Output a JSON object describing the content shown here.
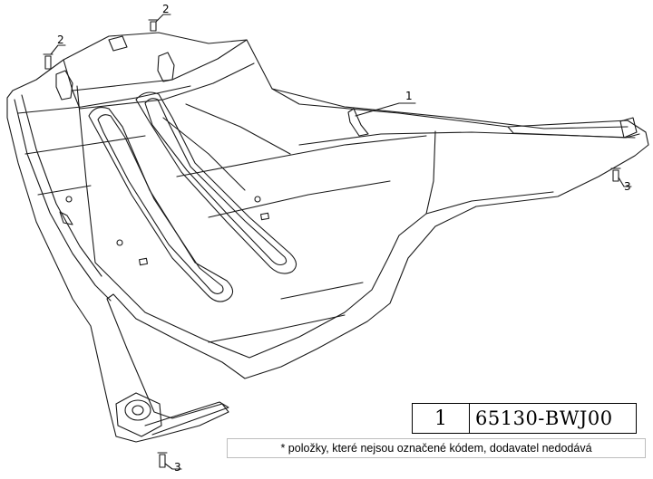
{
  "callouts": [
    {
      "id": "c2a",
      "label": "2"
    },
    {
      "id": "c2b",
      "label": "2"
    },
    {
      "id": "c1",
      "label": "1"
    },
    {
      "id": "c3a",
      "label": "3"
    },
    {
      "id": "c3b",
      "label": "3"
    }
  ],
  "parts_table": {
    "position": "1",
    "part_code": "65130-BWJ00"
  },
  "footnote": "* položky, které nejsou označené kódem, dodavatel nedodává"
}
